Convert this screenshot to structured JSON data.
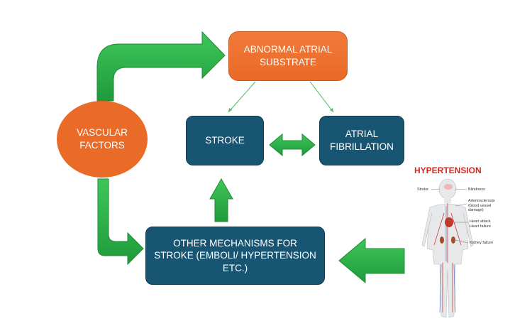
{
  "nodes": {
    "substrate": "ABNORMAL ATRIAL\nSUBSTRATE",
    "stroke": "STROKE",
    "atrial_fibrillation": "ATRIAL\nFIBRILLATION",
    "vascular_factors": "VASCULAR\nFACTORS",
    "other_mechanisms": "OTHER MECHANISMS FOR\nSTROKE (EMBOLI/ HYPERTENSION\nETC.)"
  },
  "illustration": {
    "title": "HYPERTENSION",
    "labels": {
      "stroke": "Stroke",
      "blindness": "Blindness",
      "arteriosclerosis": "Arteriosclerosis\n(blood vessel\ndamage)",
      "heart": "Heart attack\nHeart failure",
      "kidney": "Kidney failure"
    }
  },
  "colors": {
    "orange": "#ea6a27",
    "navy": "#175573",
    "arrow_green": "#2db34a",
    "title_red": "#d7261e"
  }
}
